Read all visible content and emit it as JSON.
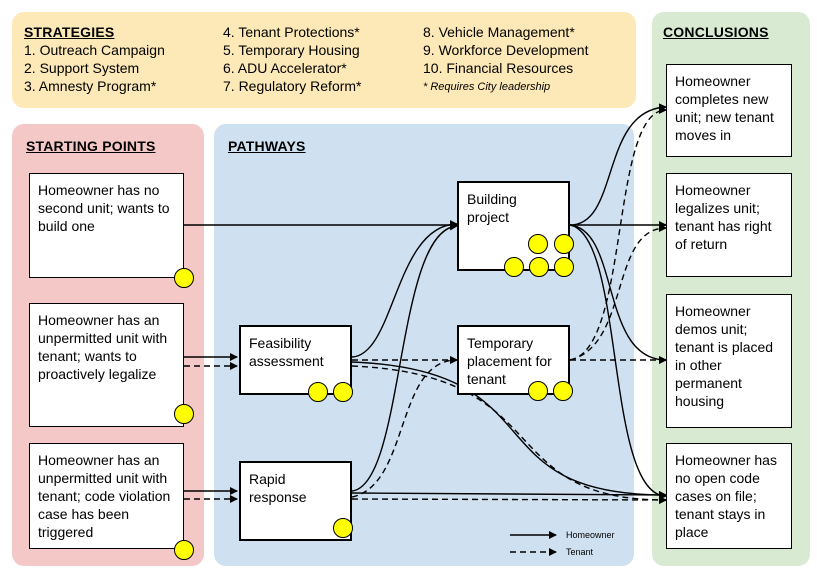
{
  "strategies": {
    "title": "STRATEGIES",
    "col1": [
      "1. Outreach Campaign",
      "2. Support System",
      "3. Amnesty Program*"
    ],
    "col2": [
      "4. Tenant Protections*",
      "5. Temporary Housing",
      "6. ADU Accelerator*",
      "7. Regulatory Reform*"
    ],
    "col3": [
      "8. Vehicle Management*",
      "9. Workforce Development",
      "10. Financial Resources"
    ],
    "note": "* Requires City leadership"
  },
  "starting_points": {
    "title": "STARTING POINTS",
    "items": [
      "Homeowner has no second unit; wants to build one",
      "Homeowner has an unpermitted unit with tenant; wants to proactively legalize",
      "Homeowner has an unpermitted unit with tenant; code violation case has been triggered"
    ]
  },
  "pathways": {
    "title": "PATHWAYS",
    "building": "Building project",
    "feasibility": "Feasibility assessment",
    "temporary": "Temporary placement for tenant",
    "rapid": "Rapid response"
  },
  "conclusions": {
    "title": "CONCLUSIONS",
    "items": [
      "Homeowner completes new unit; new tenant moves in",
      "Homeowner legalizes unit; tenant has right of return",
      "Homeowner demos unit; tenant is placed in other permanent housing",
      "Homeowner has no open code cases on file; tenant stays in place"
    ]
  },
  "legend": {
    "homeowner": "Homeowner",
    "tenant": "Tenant"
  },
  "colors": {
    "strategies_bg": "#fde9b7",
    "starting_bg": "#f3c8c7",
    "pathways_bg": "#cfe0f1",
    "conclusions_bg": "#d9ead3",
    "dot": "#ffff00"
  }
}
